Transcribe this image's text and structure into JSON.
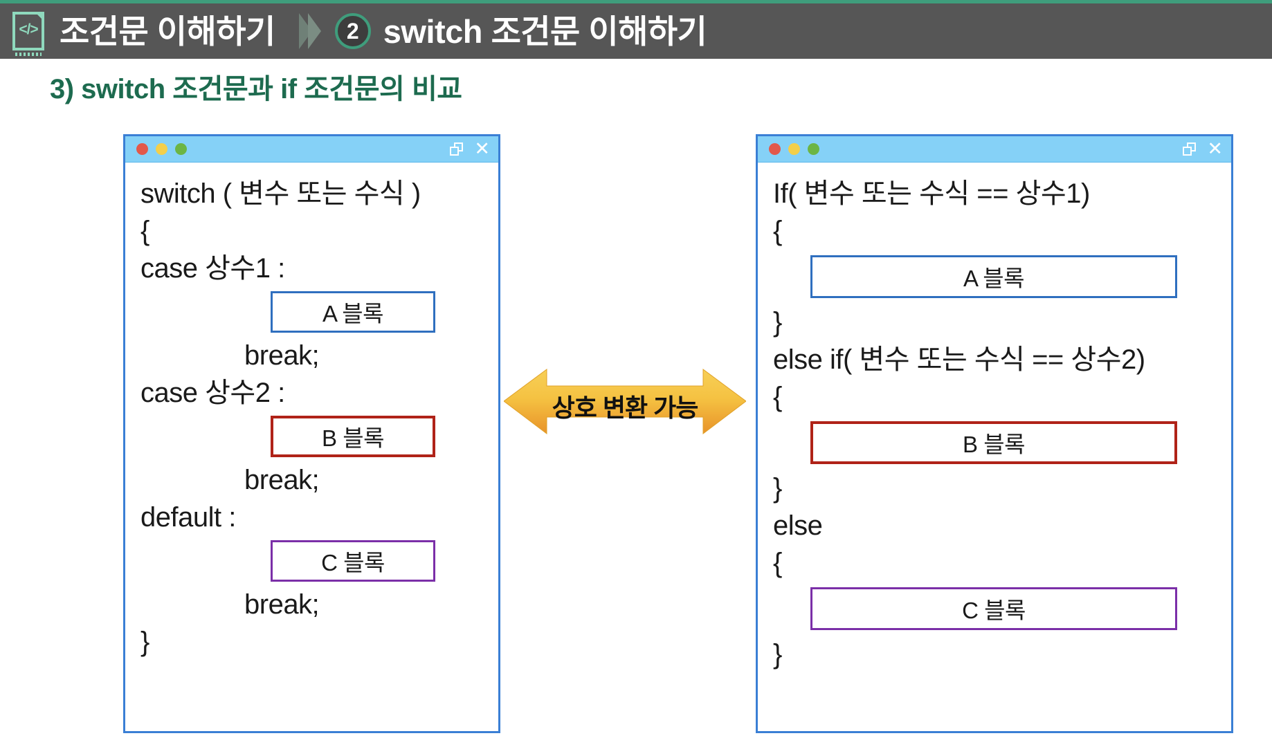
{
  "theme": {
    "accent_green": "#3f9d7c",
    "header_bg": "#565656",
    "subtitle_color": "#1d6b4f",
    "window_border": "#3a7fd5",
    "titlebar_bg": "#85d1f7",
    "block_blue": "#2f6fbf",
    "block_red": "#b02318",
    "block_purple": "#7b2fa8",
    "arrow_gold": "#f5c242",
    "arrow_orange": "#e8932a"
  },
  "header": {
    "file_icon": "code-file-icon",
    "title": "조건문 이해하기",
    "step_badge": "2",
    "subtitle": "switch 조건문 이해하기"
  },
  "page": {
    "section_heading": "3) switch 조건문과 if 조건문의 비교"
  },
  "window_controls": {
    "dots": [
      "close-red",
      "minimize-yellow",
      "maximize-green"
    ],
    "restore_icon": "restore-icon",
    "close_icon": "close-icon",
    "close_glyph": "✕"
  },
  "switch_window": {
    "lines": [
      {
        "text": "switch ( 변수 또는 수식 )",
        "indent": false
      },
      {
        "text": "{",
        "indent": false
      },
      {
        "text": "case 상수1 :",
        "indent": false
      }
    ],
    "block_a": "A 블록",
    "break1": "break;",
    "case2": "case 상수2 :",
    "block_b": "B 블록",
    "break2": "break;",
    "default_label": "default :",
    "block_c": "C 블록",
    "break3": "break;",
    "close_brace": "}"
  },
  "if_window": {
    "if_line": "If( 변수 또는 수식 == 상수1)",
    "open1": "{",
    "block_a": "A 블록",
    "close1": "}",
    "elseif_line": "else if( 변수 또는 수식 == 상수2)",
    "open2": "{",
    "block_b": "B 블록",
    "close2": "}",
    "else_line": "else",
    "open3": "{",
    "block_c": "C 블록",
    "close3": "}"
  },
  "center_arrow": {
    "label": "상호 변환 가능",
    "icon": "double-headed-arrow-icon"
  }
}
